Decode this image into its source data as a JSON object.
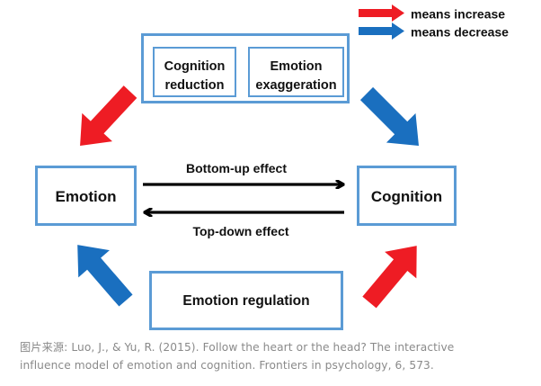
{
  "legend": {
    "increase_label": "means increase",
    "decrease_label": "means decrease",
    "increase_color": "#ee1c24",
    "decrease_color": "#1a6fbf"
  },
  "top_group": {
    "left_box_line1": "Cognition",
    "left_box_line2": "reduction",
    "right_box_line1": "Emotion",
    "right_box_line2": "exaggeration"
  },
  "emotion_box": "Emotion",
  "cognition_box": "Cognition",
  "bottom_box": "Emotion regulation",
  "bottom_up_label": "Bottom-up effect",
  "top_down_label": "Top-down effect",
  "box_border_color": "#5b9bd5",
  "caption": {
    "line1": "图片来源: Luo, J., & Yu, R. (2015). Follow the heart or the head? The interactive",
    "line2": "influence model of emotion and cognition. Frontiers in psychology, 6, 573."
  }
}
